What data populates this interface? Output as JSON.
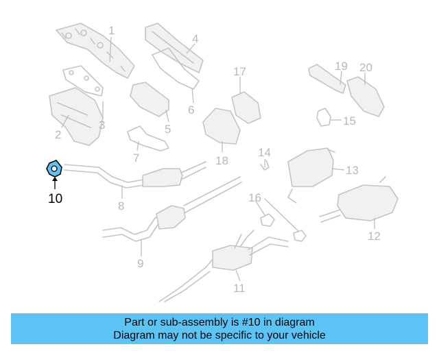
{
  "diagram": {
    "callouts": [
      {
        "id": "1",
        "label": "1"
      },
      {
        "id": "2",
        "label": "2"
      },
      {
        "id": "3",
        "label": "3"
      },
      {
        "id": "4",
        "label": "4"
      },
      {
        "id": "5",
        "label": "5"
      },
      {
        "id": "6",
        "label": "6"
      },
      {
        "id": "7",
        "label": "7"
      },
      {
        "id": "8",
        "label": "8"
      },
      {
        "id": "9",
        "label": "9"
      },
      {
        "id": "10",
        "label": "10"
      },
      {
        "id": "11",
        "label": "11"
      },
      {
        "id": "12",
        "label": "12"
      },
      {
        "id": "13",
        "label": "13"
      },
      {
        "id": "14",
        "label": "14"
      },
      {
        "id": "15",
        "label": "15"
      },
      {
        "id": "16",
        "label": "16"
      },
      {
        "id": "17",
        "label": "17"
      },
      {
        "id": "18",
        "label": "18"
      },
      {
        "id": "19",
        "label": "19"
      },
      {
        "id": "20",
        "label": "20"
      }
    ],
    "highlighted": "10",
    "highlight_color": "#5bc4f5",
    "part_color": "#c4c4c4"
  },
  "banner": {
    "line1": "Part or sub-assembly is #10 in diagram",
    "line2": "Diagram may not be specific to your vehicle",
    "background": "#5bc4f5"
  }
}
